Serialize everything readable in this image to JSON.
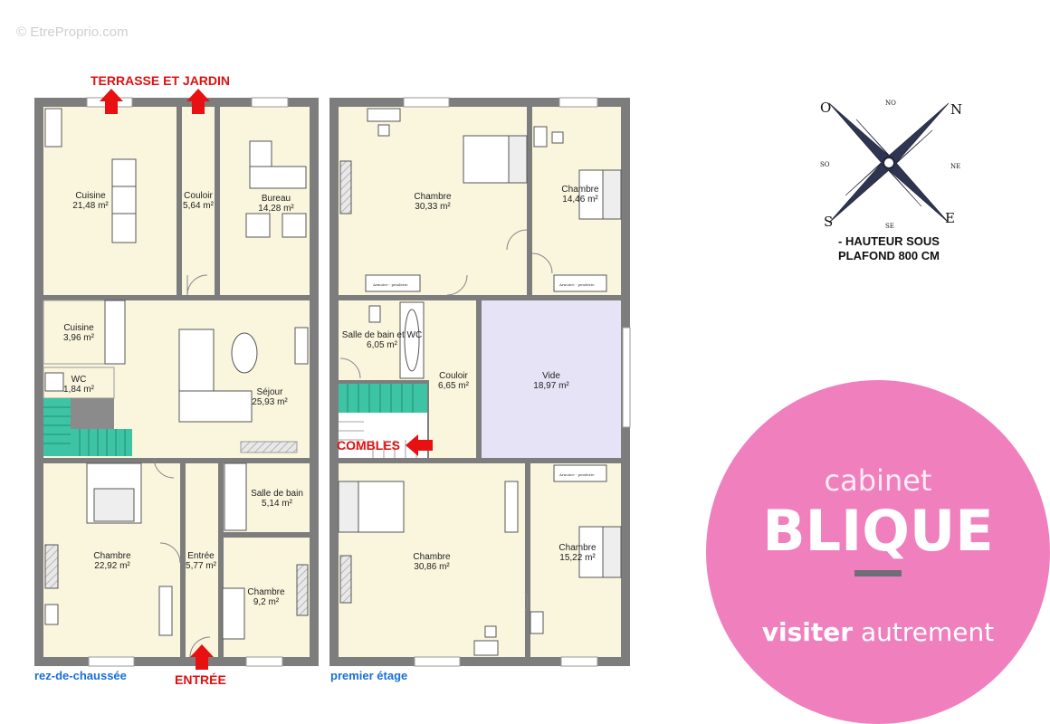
{
  "watermark": "© EtreProprio.com",
  "labels": {
    "terrace": "TERRASSE ET JARDIN",
    "entrance": "ENTRÉE",
    "attic": "COMBLES",
    "ground_floor": "rez-de-chaussée",
    "first_floor": "premier étage",
    "ceiling_line1": "- HAUTEUR SOUS",
    "ceiling_line2": "PLAFOND 800 CM",
    "wardrobe": "Armoire - penderie"
  },
  "ground_floor_rooms": [
    {
      "name": "Cuisine",
      "area": "21,48 m²"
    },
    {
      "name": "Couloir",
      "area": "5,64 m²"
    },
    {
      "name": "Bureau",
      "area": "14,28 m²"
    },
    {
      "name": "Cuisine",
      "area": "3,96 m²"
    },
    {
      "name": "WC",
      "area": "1,84 m²"
    },
    {
      "name": "Séjour",
      "area": "25,93 m²"
    },
    {
      "name": "Chambre",
      "area": "22,92 m²"
    },
    {
      "name": "Entrée",
      "area": "5,77 m²"
    },
    {
      "name": "Salle de bain",
      "area": "5,14 m²"
    },
    {
      "name": "Chambre",
      "area": "9,2 m²"
    }
  ],
  "first_floor_rooms": [
    {
      "name": "Chambre",
      "area": "30,33 m²"
    },
    {
      "name": "Chambre",
      "area": "14,46 m²"
    },
    {
      "name": "Salle de bain et WC",
      "area": "6,05 m²"
    },
    {
      "name": "Couloir",
      "area": "6,65 m²"
    },
    {
      "name": "Vide",
      "area": "18,97 m²"
    },
    {
      "name": "Chambre",
      "area": "30,86 m²"
    },
    {
      "name": "Chambre",
      "area": "15,22 m²"
    }
  ],
  "compass": {
    "n": "N",
    "s": "S",
    "e": "E",
    "o": "O",
    "no": "NO",
    "ne": "NE",
    "so": "SO",
    "se": "SE"
  },
  "brand": {
    "line1": "cabinet",
    "line2": "BLIQUE",
    "tagline_bold": "visiter",
    "tagline_rest": "autrement"
  },
  "colors": {
    "floor": "#faf6de",
    "wall": "#7d7d7d",
    "arrow": "#e81010",
    "stairs": "#3cc4a4",
    "void": "#e6e3f7",
    "brand": "#f07fbe",
    "label_blue": "#1a6fd6"
  }
}
